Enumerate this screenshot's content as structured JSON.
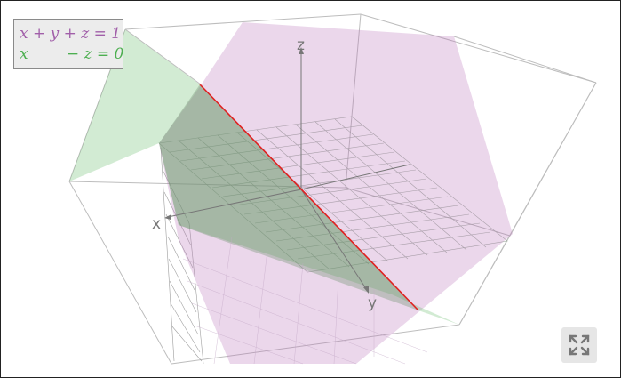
{
  "legend": {
    "equations": [
      {
        "text": "x + y + z = 1",
        "color": "#a15fa9"
      },
      {
        "text": "x        − z = 0",
        "color": "#4caf50"
      }
    ]
  },
  "axes": {
    "x_label": "x",
    "y_label": "y",
    "z_label": "z"
  },
  "colors": {
    "plane1_fill": "#b76fb8",
    "plane2_fill": "#4caf50",
    "intersection_line": "#e02020",
    "box_edge": "#b8b8b8",
    "axis": "#777777",
    "grid_green": "#8aa08a",
    "grid_purple": "#c9a9cc"
  },
  "controls": {
    "expand_icon": "fullscreen-expand-icon"
  }
}
